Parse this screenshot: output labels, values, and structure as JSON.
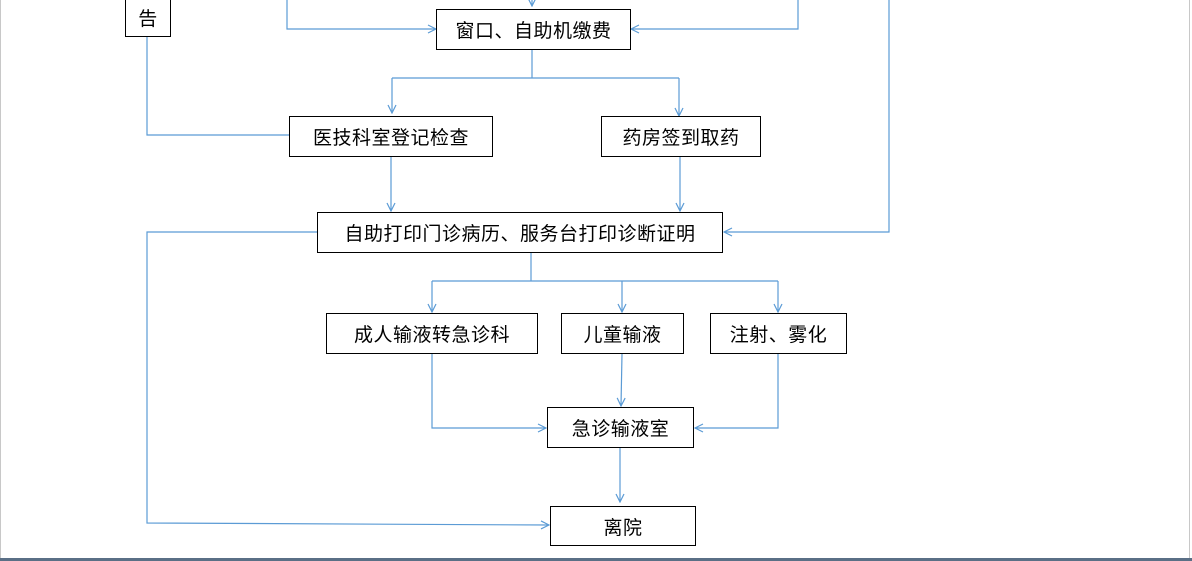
{
  "diagram": {
    "nodes": {
      "notice_partial": "告",
      "payment": "窗口、自助机缴费",
      "medical_tech": "医技科室登记检查",
      "pharmacy": "药房签到取药",
      "print_records": "自助打印门诊病历、服务台打印诊断证明",
      "adult_infusion": "成人输液转急诊科",
      "child_infusion": "儿童输液",
      "injection": "注射、雾化",
      "emergency_infusion": "急诊输液室",
      "leave": "离院"
    },
    "colors": {
      "connector": "#5b9bd5",
      "box_border": "#000000",
      "background": "#ffffff"
    }
  }
}
